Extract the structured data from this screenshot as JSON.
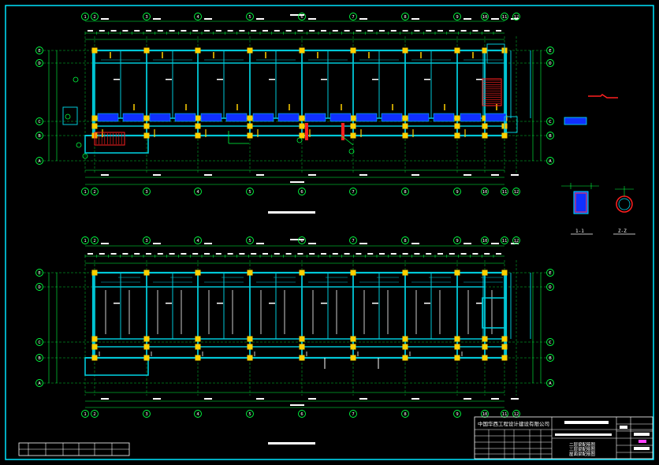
{
  "colors": {
    "frame": "#00e5ff",
    "beam": "#00c8d8",
    "dim": "#00ff40",
    "column": "#ffd000",
    "wall": "#1030ff",
    "red": "#ff2020",
    "white": "#ffffff",
    "magenta": "#ff40ff"
  },
  "grid_x_labels": [
    "1",
    "2",
    "3",
    "4",
    "5",
    "6",
    "7",
    "8",
    "9",
    "10",
    "11",
    "12"
  ],
  "grid_y_labels_plan1": [
    "E",
    "D",
    "C",
    "B",
    "A"
  ],
  "grid_y_labels_plan2": [
    "E",
    "D",
    "C",
    "B",
    "A"
  ],
  "title_block": {
    "company": "中国华西工程设计建设有限公司",
    "drawing_titles": [
      "二层梁配筋图",
      "三层梁配筋图",
      "屋面梁配筋图"
    ]
  },
  "detail_labels": [
    "1-1",
    "Z-Z"
  ]
}
